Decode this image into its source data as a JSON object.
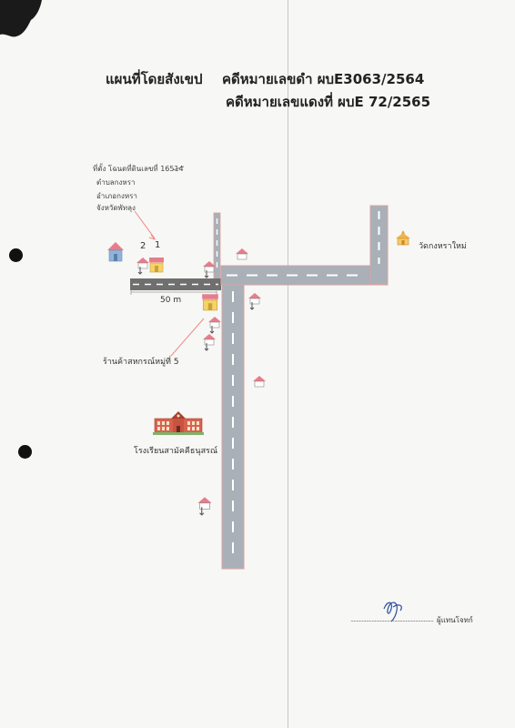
{
  "title_line1": "แผนที่โดยสังเขป",
  "title_case_black": "คดีหมายเลขดำ ผบE3063/2564",
  "title_case_red": "คดีหมายเลขแดงที่ ผบE 72/2565",
  "location_note": {
    "line1": "ที่ตั้ง โฉนดที่ดินเลขที่ 16514",
    "line2": "ตำบลกงหรา",
    "line3": "อำเภอกงหรา",
    "line4": "จังหวัดพัทลุง"
  },
  "plot_markers": {
    "m2": "2",
    "m1": "1"
  },
  "scale_label": "50 m",
  "temple_label": "วัดกงหราใหม่",
  "shop_label": "ร้านค้าสหกรณ์หมู่ที่ 5",
  "school_label": "โรงเรียนสามัคคีธนุสรณ์",
  "signature_dots": "...........................................................",
  "signature_role": "ผู้แทนโจทก์",
  "colors": {
    "road": "#a9b0b8",
    "road_edge": "#d9a0a0",
    "road_dark": "#6f6f6f",
    "lane": "#ffffff",
    "arrow": "#e77d8a"
  }
}
